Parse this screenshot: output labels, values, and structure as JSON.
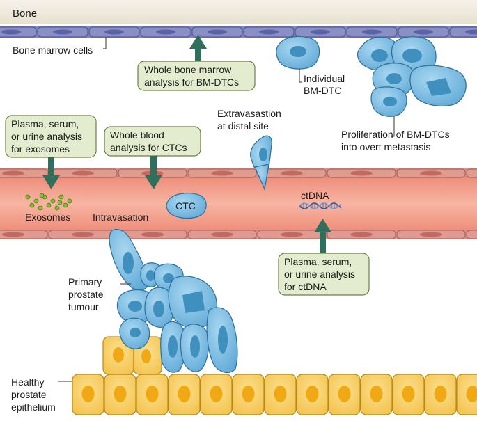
{
  "labels": {
    "bone": "Bone",
    "bone_marrow_cells": "Bone marrow cells",
    "individual_bm_dtc": [
      "Individual",
      "BM-DTC"
    ],
    "proliferation": [
      "Proliferation of BM-DTCs",
      "into overt metastasis"
    ],
    "extravasation": [
      "Extravasastion",
      "at distal site"
    ],
    "exosomes": "Exosomes",
    "intravasation": "Intravasation",
    "ctc": "CTC",
    "ctdna": "ctDNA",
    "primary_tumour": [
      "Primary",
      "prostate",
      "tumour"
    ],
    "healthy_epithelium": [
      "Healthy",
      "prostate",
      "epithelium"
    ]
  },
  "boxes": {
    "bone_marrow_analysis": [
      "Whole bone marrow",
      "analysis for BM-DTCs"
    ],
    "exosome_analysis": [
      "Plasma, serum,",
      "or urine analysis",
      "for exosomes"
    ],
    "blood_analysis": [
      "Whole blood",
      "analysis for CTCs"
    ],
    "ctdna_analysis": [
      "Plasma, serum,",
      "or urine analysis",
      "for ctDNA"
    ]
  },
  "colors": {
    "bone_band": "#efe9dc",
    "marrow_cell": "#8a90c4",
    "vessel_lumen": "#f2a591",
    "vessel_wall_cell": "#e09a8e",
    "tumour_cell": "#6fb4dc",
    "tumour_nucleus": "#3f8fbf",
    "epithelium_cell": "#f6c95a",
    "epithelium_nucleus": "#f0a914",
    "arrow": "#2f6f5c",
    "box_fill": "#e4eccf",
    "exosome": "#8cb83a",
    "dna": "#2e5a9e"
  }
}
